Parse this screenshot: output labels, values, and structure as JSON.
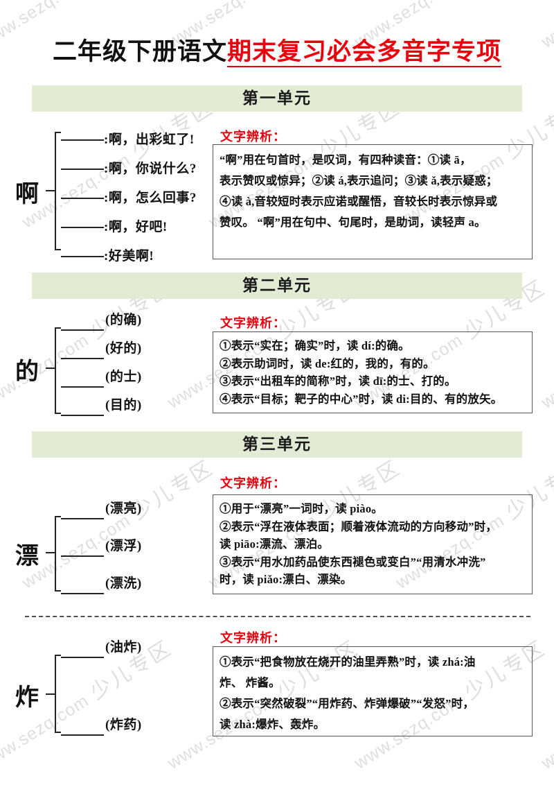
{
  "document": {
    "title_black": "二年级下册语文",
    "title_red": "期末复习必会多音字专项",
    "watermark_url": "www.sezq.com",
    "watermark_cn": "少儿专区",
    "analysis_label": "文字辨析："
  },
  "colors": {
    "title_red": "#e8000d",
    "banner_green": "#e2ebd4",
    "ink": "#111111",
    "box_border": "#555555"
  },
  "units": [
    {
      "banner": "第一单元",
      "character": "啊",
      "entries": [
        {
          "text": ":啊，出彩虹了!"
        },
        {
          "text": ":啊，你说什么?"
        },
        {
          "text": ":啊，怎么回事?"
        },
        {
          "text": ":啊，好吧!"
        },
        {
          "text": ":好美啊!"
        }
      ],
      "analysis_label": "文字辨析：",
      "analysis_lines": [
        "“啊”用在句首时，是叹词，有四种读音：①读 ā，",
        "表示赞叹或惊异；②读 á,表示追问；③读 ǎ,表示疑惑；",
        "④读 à,音较短时表示应诺或醒悟，音较长时表示惊异或",
        "赞叹。 “啊”用在句中、句尾时，是助词，读轻声 a。"
      ]
    },
    {
      "banner": "第二单元",
      "character": "的",
      "entries": [
        {
          "text": "(的确)"
        },
        {
          "text": "(好的)"
        },
        {
          "text": "(的士)"
        },
        {
          "text": "(目的)"
        }
      ],
      "analysis_label": "文字辨析：",
      "analysis_lines": [
        "①表示“实在；确实”时，读 dí:的确。",
        "②表示助词时，读 de:红的，我的，有的。",
        "③表示“出租车的简称”时，读 dī:的士、打的。",
        "④表示“目标；靶子的中心”时，读 di:目的、有的放矢。"
      ]
    },
    {
      "banner": "第三单元",
      "character": "漂",
      "entries": [
        {
          "text": "(漂亮)"
        },
        {
          "text": "(漂浮)"
        },
        {
          "text": "(漂洗)"
        }
      ],
      "analysis_label": "文字辨析：",
      "analysis_lines": [
        "①用于“漂亮”一词时，读 piào。",
        "②表示“浮在液体表面；顺着液体流动的方向移动”时，",
        "读 piāo:漂流、漂泊。",
        "③表示“用水加药品使东西褪色或变白”“用清水冲洗”",
        "时，读 piǎo:漂白、漂染。"
      ]
    },
    {
      "banner": null,
      "character": "炸",
      "entries": [
        {
          "text": "(油炸)"
        },
        {
          "text": "(炸药)"
        }
      ],
      "analysis_label": "文字辨析：",
      "analysis_lines": [
        "①表示“把食物放在烧开的油里弄熟”时，读 zhá:油",
        "炸、 炸酱。",
        "②表示“突然破裂”“用炸药、炸弹爆破”“发怒”时，",
        "读 zhà:爆炸、轰炸。"
      ]
    }
  ]
}
